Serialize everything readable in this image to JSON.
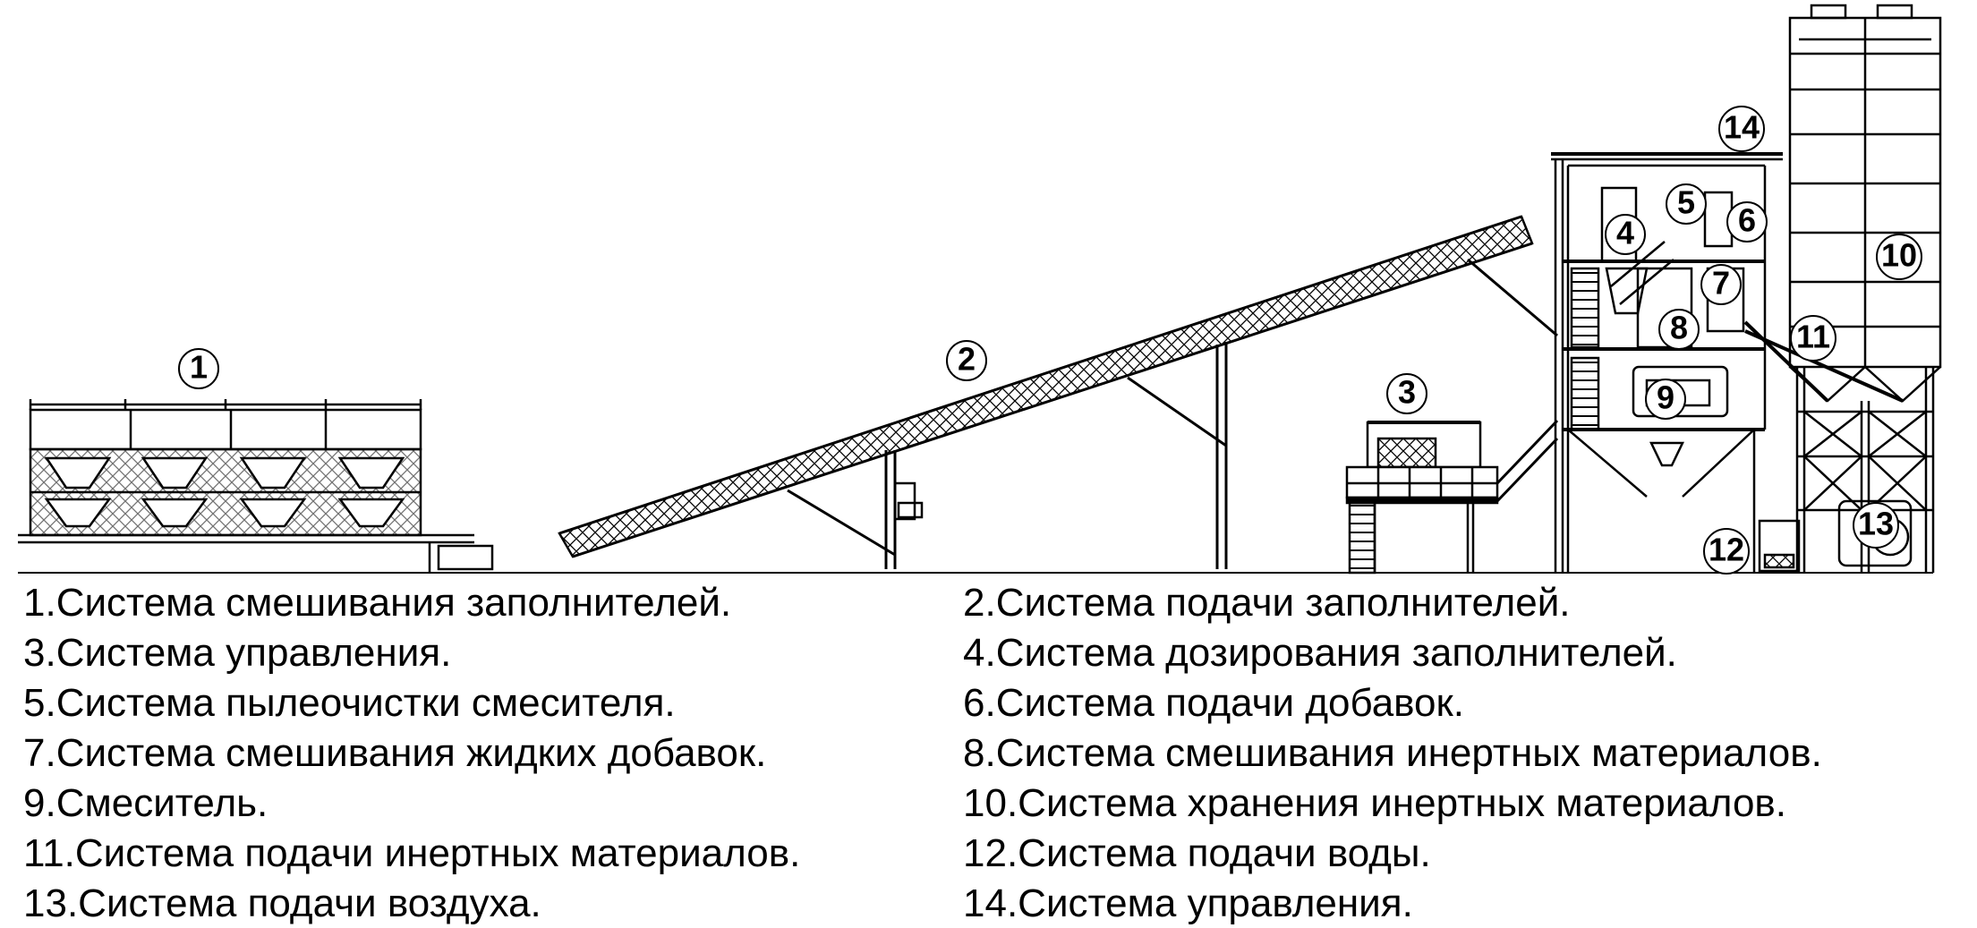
{
  "callouts": [
    "1",
    "2",
    "3",
    "4",
    "5",
    "6",
    "7",
    "8",
    "9",
    "10",
    "11",
    "12",
    "13",
    "14"
  ],
  "legend": [
    "1.Система смешивания заполнителей.",
    "2.Система подачи заполнителей.",
    "3.Система управления.",
    "4.Система дозирования заполнителей.",
    "5.Система пылеочистки смесителя.",
    "6.Система подачи добавок.",
    "7.Система смешивания жидких добавок.",
    "8.Система смешивания инертных материалов.",
    "9.Смеситель.",
    "10.Система хранения инертных материалов.",
    "11.Система подачи инертных материалов.",
    "12.Система подачи воды.",
    "13.Система подачи воздуха.",
    "14.Система управления."
  ],
  "colors": {
    "line": "#000000",
    "background": "#ffffff"
  }
}
